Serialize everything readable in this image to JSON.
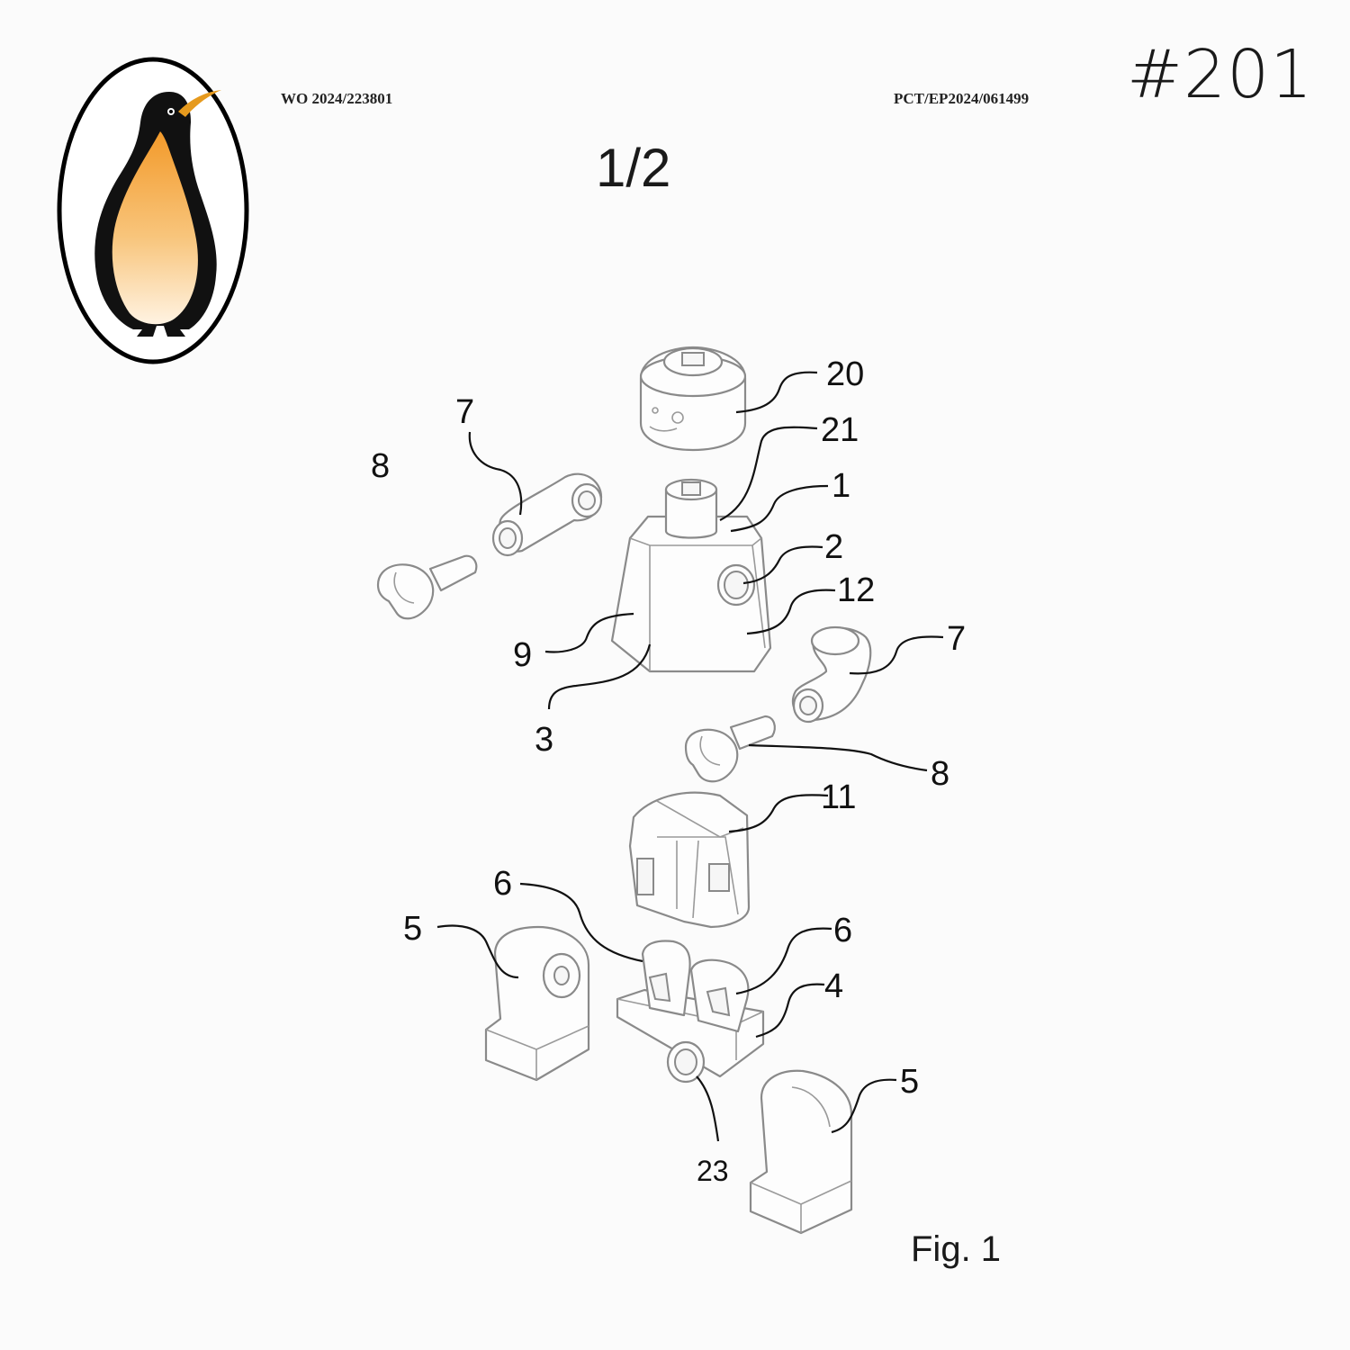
{
  "header": {
    "issue_number": "#201",
    "publication_number": "WO 2024/223801",
    "application_number": "PCT/EP2024/061499",
    "sheet": "1/2"
  },
  "logo": {
    "icon": "penguin-icon",
    "colors": {
      "black": "#111111",
      "orange": "#f6a23a",
      "beak": "#e69a1e"
    }
  },
  "figure": {
    "caption": "Fig. 1",
    "reference_numerals": {
      "n20": "20",
      "n21": "21",
      "n1": "1",
      "n2": "2",
      "n12": "12",
      "n9": "9",
      "n3": "3",
      "n7_left": "7",
      "n8_left": "8",
      "n7_right": "7",
      "n8_right": "8",
      "n11": "11",
      "n6_left": "6",
      "n6_right": "6",
      "n5_left": "5",
      "n4": "4",
      "n5_right": "5",
      "n23": "23"
    }
  }
}
